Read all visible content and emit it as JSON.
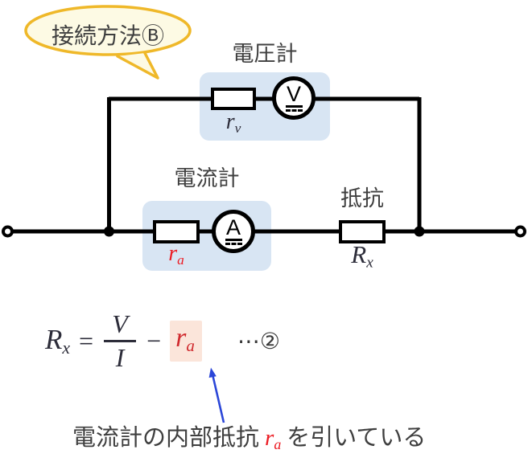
{
  "bubble": {
    "label": "接続方法Ⓑ"
  },
  "voltmeter": {
    "title": "電圧計",
    "r_base": "r",
    "r_sub": "v",
    "meter_letter": "V"
  },
  "ammeter": {
    "title": "電流計",
    "r_base": "r",
    "r_sub": "a",
    "meter_letter": "A"
  },
  "resistor": {
    "title": "抵抗",
    "r_base": "R",
    "r_sub": "x"
  },
  "formula": {
    "lhs_base": "R",
    "lhs_sub": "x",
    "equals": "=",
    "numerator": "V",
    "denominator": "I",
    "minus": "−",
    "sub_base": "r",
    "sub_sub": "a",
    "tag": "⋯②"
  },
  "caption": {
    "before": "電流計の内部抵抗",
    "term_base": "r",
    "term_sub": "a",
    "after": "を引いている"
  },
  "colors": {
    "bubble_border": "#EFB829",
    "bubble_fill": "#FDFAE4",
    "panel_blue": "#D8E5F3",
    "highlight_peach": "#FBE5DA",
    "accent_red": "#EC1C24",
    "formula_red": "#D02A2E",
    "formula_ink": "#2D2D3A",
    "text_ink": "#3F3F3F",
    "arrow_blue": "#2B46D8",
    "wire": "#000000"
  }
}
